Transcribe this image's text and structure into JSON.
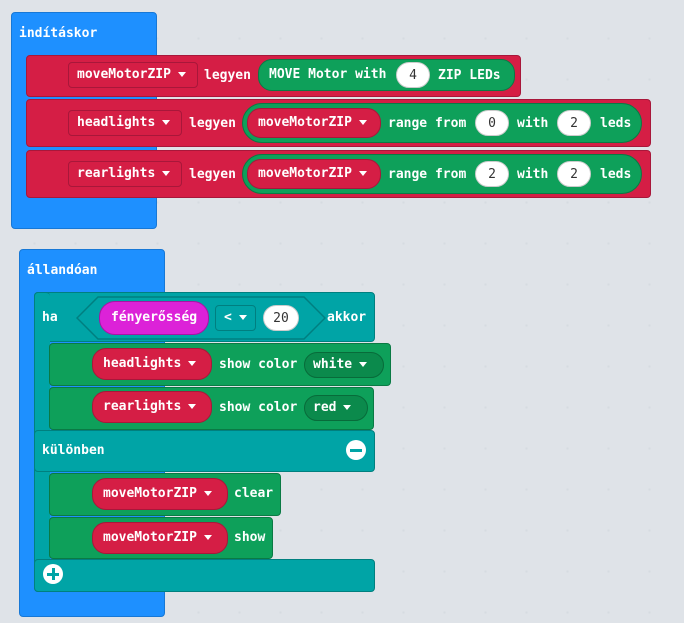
{
  "on_start": {
    "label": "indításkor",
    "row1": {
      "var": "moveMotorZIP",
      "verb": "legyen",
      "block": "MOVE Motor with",
      "count": "4",
      "suffix": "ZIP LEDs"
    },
    "row2": {
      "var": "headlights",
      "verb": "legyen",
      "source": "moveMotorZIP",
      "from_label": "range from",
      "from": "0",
      "with_label": "with",
      "with": "2",
      "suffix": "leds"
    },
    "row3": {
      "var": "rearlights",
      "verb": "legyen",
      "source": "moveMotorZIP",
      "from_label": "range from",
      "from": "2",
      "with_label": "with",
      "with": "2",
      "suffix": "leds"
    }
  },
  "forever": {
    "label": "állandóan",
    "if_label": "ha",
    "condition": {
      "sensor": "fényerősség",
      "operator": "<",
      "value": "20"
    },
    "then_label": "akkor",
    "then": [
      {
        "target": "headlights",
        "action": "show color",
        "color": "white"
      },
      {
        "target": "rearlights",
        "action": "show color",
        "color": "red"
      }
    ],
    "else_label": "különben",
    "else": [
      {
        "target": "moveMotorZIP",
        "action": "clear"
      },
      {
        "target": "moveMotorZIP",
        "action": "show"
      }
    ]
  },
  "colors": {
    "event": "#1e90ff",
    "variable": "#d51e45",
    "neopixel": "#0ea05a",
    "logic": "#00a4a6",
    "input": "#dc22d8"
  },
  "icons": [
    "dropdown-arrow-icon",
    "minus-circle-icon",
    "plus-circle-icon"
  ]
}
